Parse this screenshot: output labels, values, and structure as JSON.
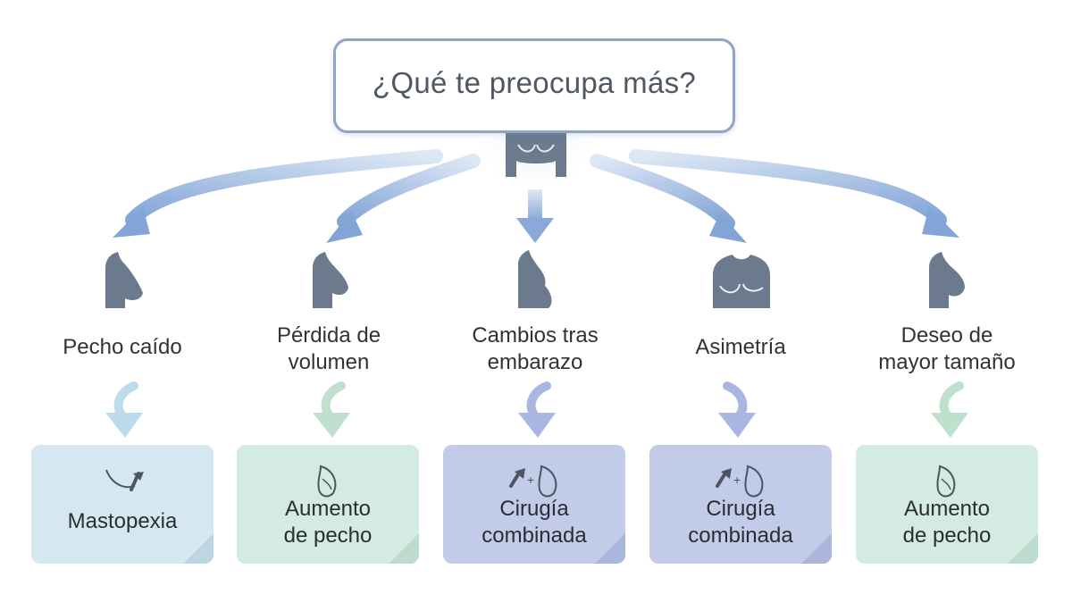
{
  "header": {
    "question": "¿Qué te preocupa más?"
  },
  "concerns": [
    {
      "id": "pecho-caido",
      "lines": [
        "Pecho caído"
      ]
    },
    {
      "id": "perdida-volumen",
      "lines": [
        "Pérdida de",
        "volumen"
      ]
    },
    {
      "id": "cambios-embarazo",
      "lines": [
        "Cambios tras",
        "embarazo"
      ]
    },
    {
      "id": "asimetria",
      "lines": [
        "Asimetría"
      ]
    },
    {
      "id": "deseo-tamano",
      "lines": [
        "Deseo de",
        "mayor tamaño"
      ]
    }
  ],
  "treatments": [
    {
      "lines": [
        "Mastopexia"
      ],
      "icon": "lift-arrow-icon",
      "color": "#d5e8f1"
    },
    {
      "lines": [
        "Aumento",
        "de pecho"
      ],
      "icon": "implant-icon",
      "color": "#d3ebe0"
    },
    {
      "lines": [
        "Cirugía",
        "combinada"
      ],
      "icon": "lift-plus-implant-icon",
      "color": "#c2cbe7"
    },
    {
      "lines": [
        "Cirugía",
        "combinada"
      ],
      "icon": "lift-plus-implant-icon",
      "color": "#c2cbe7"
    },
    {
      "lines": [
        "Aumento",
        "de pecho"
      ],
      "icon": "implant-icon",
      "color": "#d3ebe0"
    }
  ],
  "colors": {
    "box_border": "#8ea6c6",
    "arrow_blue": "#8eaedb",
    "silhouette": "#6b7a8c",
    "lightblue_arrow": "#bcdcec",
    "green_arrow": "#bfe0cc",
    "purple_arrow": "#a9b6e2"
  }
}
